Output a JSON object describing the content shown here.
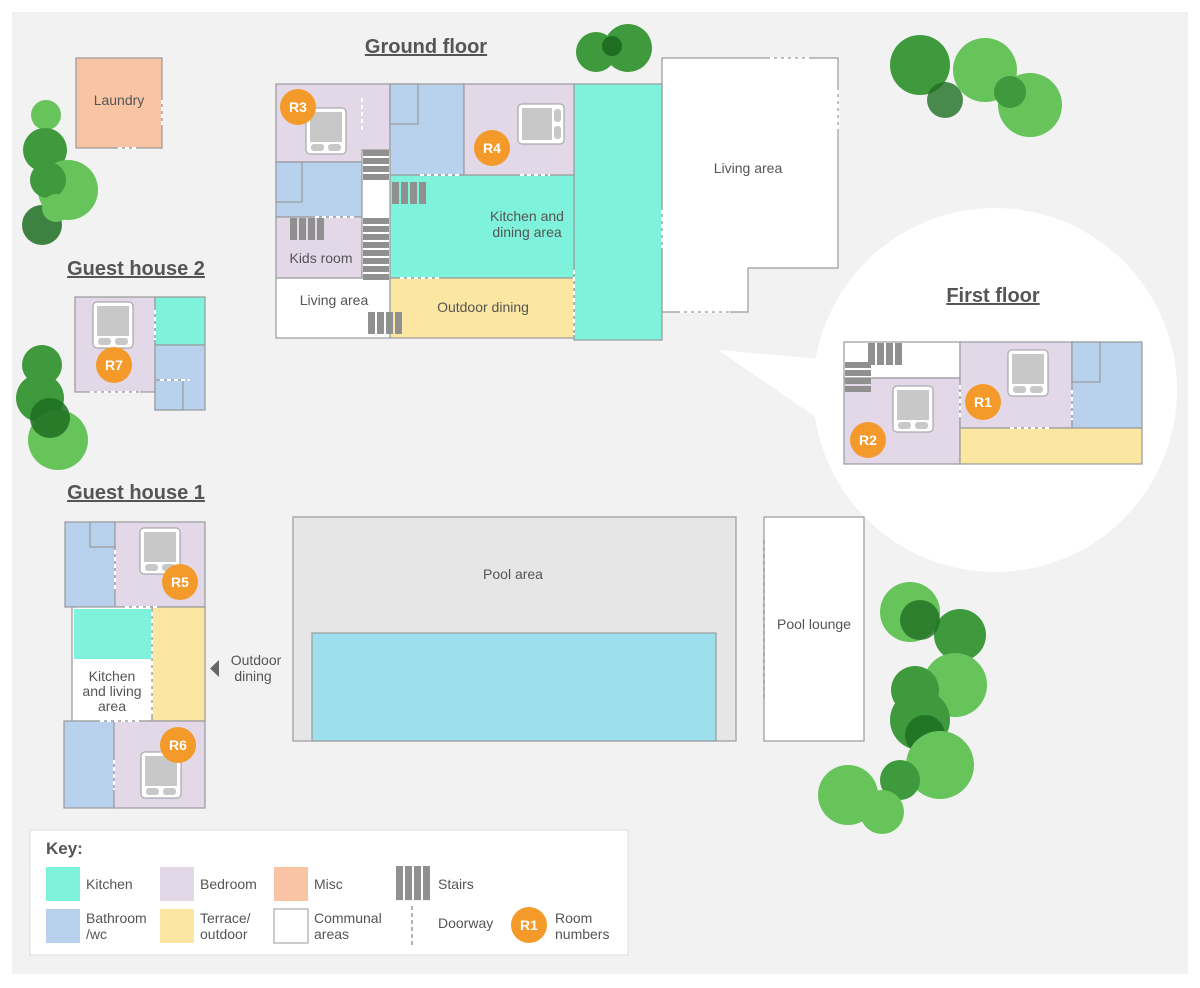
{
  "colors": {
    "background": "#f2f2f2",
    "kitchen": "#7ff2dc",
    "bedroom": "#e2d8e8",
    "misc": "#f8c4a4",
    "bathroom": "#b8d2ee",
    "terrace": "#fbe6a2",
    "communal": "#ffffff",
    "stairs": "#909090",
    "room_badge": "#f39a2b",
    "pool_area": "#e6e6e6",
    "pool_water": "#9ddfec",
    "tree_light": "#66c45a",
    "tree_mid": "#3e9a3c",
    "tree_dark": "#1f6e22",
    "text": "#555555"
  },
  "titles": {
    "ground_floor": "Ground floor",
    "first_floor": "First floor",
    "guest_house_2": "Guest house 2",
    "guest_house_1": "Guest house 1"
  },
  "labels": {
    "laundry": "Laundry",
    "kids_room": "Kids room",
    "living_area_gf": "Living area",
    "living_area_main": "Living area",
    "outdoor_dining_gf": "Outdoor dining",
    "kitchen_dining_1": "Kitchen and",
    "kitchen_dining_2": "dining area",
    "gh1_kitchen_1": "Kitchen",
    "gh1_kitchen_2": "and living",
    "gh1_kitchen_3": "area",
    "outdoor_dining_1": "Outdoor",
    "outdoor_dining_2": "dining",
    "pool_area": "Pool area",
    "pool_lounge": "Pool lounge"
  },
  "rooms": [
    "R1",
    "R2",
    "R3",
    "R4",
    "R5",
    "R6",
    "R7"
  ],
  "key": {
    "title": "Key:",
    "kitchen": "Kitchen",
    "bedroom": "Bedroom",
    "misc": "Misc",
    "stairs": "Stairs",
    "bathroom_1": "Bathroom",
    "bathroom_2": "/wc",
    "terrace_1": "Terrace/",
    "terrace_2": "outdoor",
    "communal_1": "Communal",
    "communal_2": "areas",
    "doorway": "Doorway",
    "room_badge": "R1",
    "room_numbers_1": "Room",
    "room_numbers_2": "numbers"
  }
}
